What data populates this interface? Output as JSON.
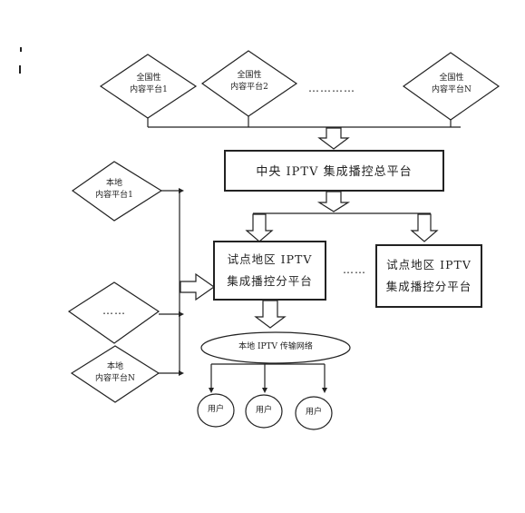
{
  "national_platforms": [
    {
      "line1": "全国性",
      "line2": "内容平台1"
    },
    {
      "line1": "全国性",
      "line2": "内容平台2"
    },
    {
      "line1": "全国性",
      "line2": "内容平台N"
    }
  ],
  "national_ellipsis": "…………",
  "central_platform": "中央 IPTV 集成播控总平台",
  "local_platforms": [
    {
      "line1": "本地",
      "line2": "内容平台1"
    },
    {
      "line1": "",
      "line2": "……"
    },
    {
      "line1": "本地",
      "line2": "内容平台N"
    }
  ],
  "branch_platforms": [
    {
      "line1": "试点地区 IPTV",
      "line2": "集成播控分平台"
    },
    {
      "line1": "试点地区 IPTV",
      "line2": "集成播控分平台"
    }
  ],
  "branch_ellipsis": "……",
  "transport_network": "本地 IPTV 传输网络",
  "users": [
    "用户",
    "用户",
    "用户"
  ]
}
